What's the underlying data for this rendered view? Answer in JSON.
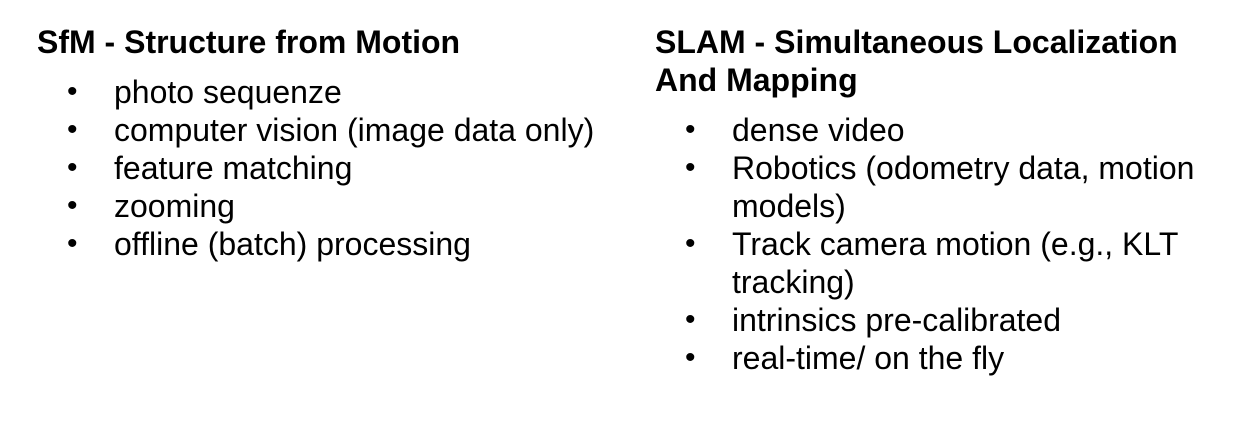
{
  "page": {
    "background": "#ffffff",
    "text_color": "#000000"
  },
  "bullet_char": "•",
  "columns": [
    {
      "heading": "SfM - Structure from Motion",
      "items": [
        "photo sequenze",
        "computer vision (image data only)",
        "feature matching",
        "zooming",
        "offline (batch) processing"
      ]
    },
    {
      "heading": "SLAM - Simultaneous Localization And Mapping",
      "items": [
        "dense video",
        "Robotics (odometry data, motion models)",
        "Track camera motion (e.g., KLT tracking)",
        "intrinsics pre-calibrated",
        "real-time/ on the fly"
      ]
    }
  ]
}
